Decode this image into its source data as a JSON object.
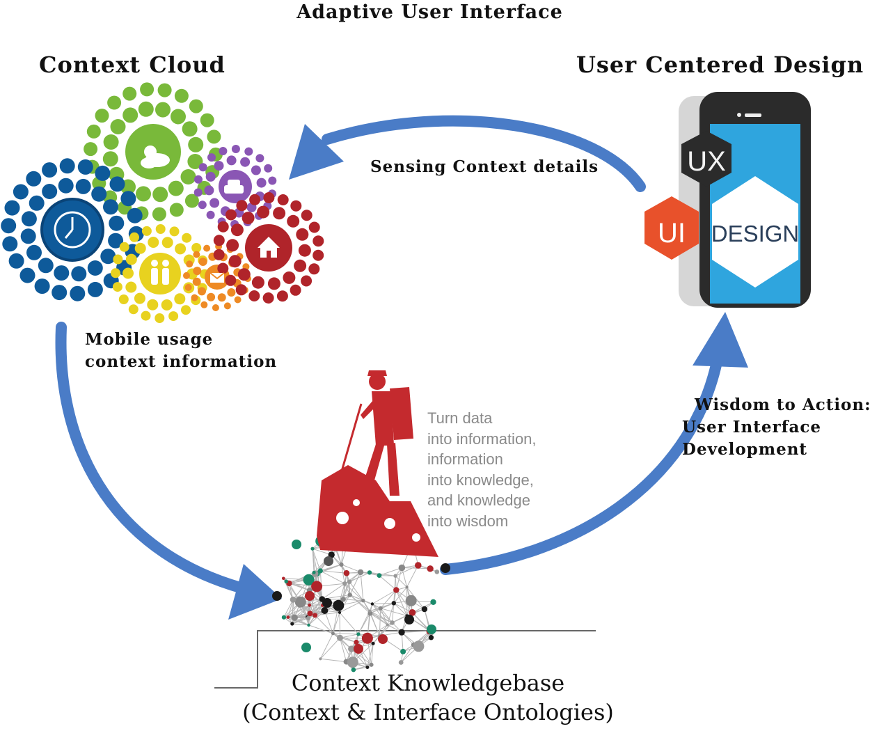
{
  "diagram": {
    "title": "Adaptive User Interface",
    "nodes": {
      "context_cloud": {
        "title": "Context Cloud",
        "caption_lines": [
          "Mobile usage",
          "context information"
        ],
        "cluster_icons": [
          "clock-icon",
          "weather-icon",
          "car-icon",
          "home-icon",
          "people-icon",
          "mail-icon"
        ]
      },
      "user_centered_design": {
        "title": "User Centered Design",
        "badges": {
          "ux": "UX",
          "ui": "UI",
          "design": "DESIGN"
        }
      },
      "knowledgebase": {
        "title_lines": [
          "Context Knowledgebase",
          "(Context & Interface Ontologies)"
        ],
        "quote_lines": [
          "Turn data",
          "into information,",
          "information",
          "into knowledge,",
          "and knowledge",
          "into wisdom"
        ]
      }
    },
    "edges": {
      "design_to_cloud": "Sensing Context details",
      "knowledge_to_design_lines": [
        "Wisdom to Action:",
        "User Interface",
        "Development"
      ]
    },
    "colors": {
      "arrow": "#4a7cc7",
      "blue": "#0e5a9a",
      "green": "#79b93a",
      "purple": "#8a56b4",
      "red": "#b0242a",
      "yellow": "#e8d21f",
      "orange": "#ee8a24",
      "phone_screen": "#2fa5de",
      "ui_badge": "#e8512b",
      "hiker": "#c42a2e",
      "network_green": "#1a8a6a"
    }
  }
}
